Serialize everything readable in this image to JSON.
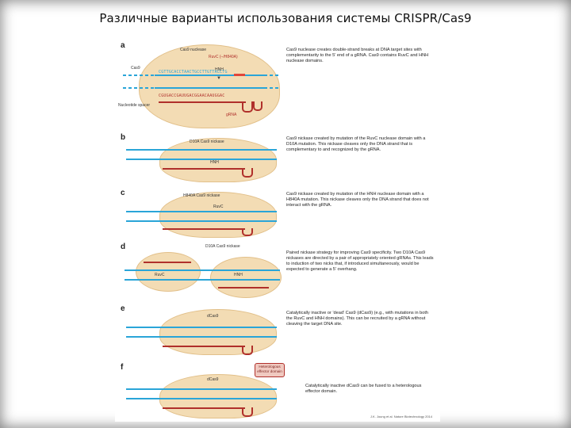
{
  "slide": {
    "title": "Различные варианты использования системы CRISPR/Cas9"
  },
  "figure": {
    "panels": [
      {
        "letter": "a",
        "protein_label": "Cas9 nuclease",
        "labels": [
          "RuvC (–/H840A)",
          "HNH",
          "Cas9",
          "gRNA",
          "Nucleotide spacer"
        ],
        "description": "Cas9 nuclease creates double-strand breaks at DNA target sites with complementarity to the 5' end of a gRNA. Cas9 contains RuvC and HNH nuclease domains."
      },
      {
        "letter": "b",
        "protein_label": "D10A Cas9 nickase",
        "labels": [
          "HNH"
        ],
        "description": "Cas9 nickase created by mutation of the RuvC nuclease domain with a D10A mutation. This nickase cleaves only the DNA strand that is complementary to and recognized by the gRNA."
      },
      {
        "letter": "c",
        "protein_label": "H840A Cas9 nickase",
        "labels": [
          "RuvC"
        ],
        "description": "Cas9 nickase created by mutation of the HNH nuclease domain with a H840A mutation. This nickase cleaves only the DNA strand that does not interact with the gRNA."
      },
      {
        "letter": "d",
        "protein_label": "D10A Cas9 nickase",
        "labels": [
          "RuvC",
          "HNH"
        ],
        "description": "Paired nickase strategy for improving Cas9 specificity. Two D10A Cas9 nickases are directed by a pair of appropriately oriented gRNAs. This leads to induction of two nicks that, if introduced simultaneously, would be expected to generate a 5' overhang."
      },
      {
        "letter": "e",
        "protein_label": "dCas9",
        "labels": [],
        "description": "Catalytically inactive or 'dead' Cas9 (dCas9) (e.g., with mutations in both the RuvC and HNH domains). This can be recruited by a gRNA without cleaving the target DNA site."
      },
      {
        "letter": "f",
        "protein_label": "dCas9",
        "labels": [
          "Heterologous effector domain"
        ],
        "description": "Catalytically inactive dCas9 can be fused to a heterologous effector domain."
      }
    ],
    "dna_sequence": "CGTTGCACCTAACTGCCTTGTTACCTG",
    "grna_sequence": "CGUGACCGAUUGACGGAACAAUGGAC",
    "citation": "J.K. Joung et al. Nature Biotechnology 2014"
  },
  "colors": {
    "dna": "#2aa5d8",
    "grna": "#b0302b",
    "pam": "#e0453a",
    "protein": "#f3dcb4"
  }
}
